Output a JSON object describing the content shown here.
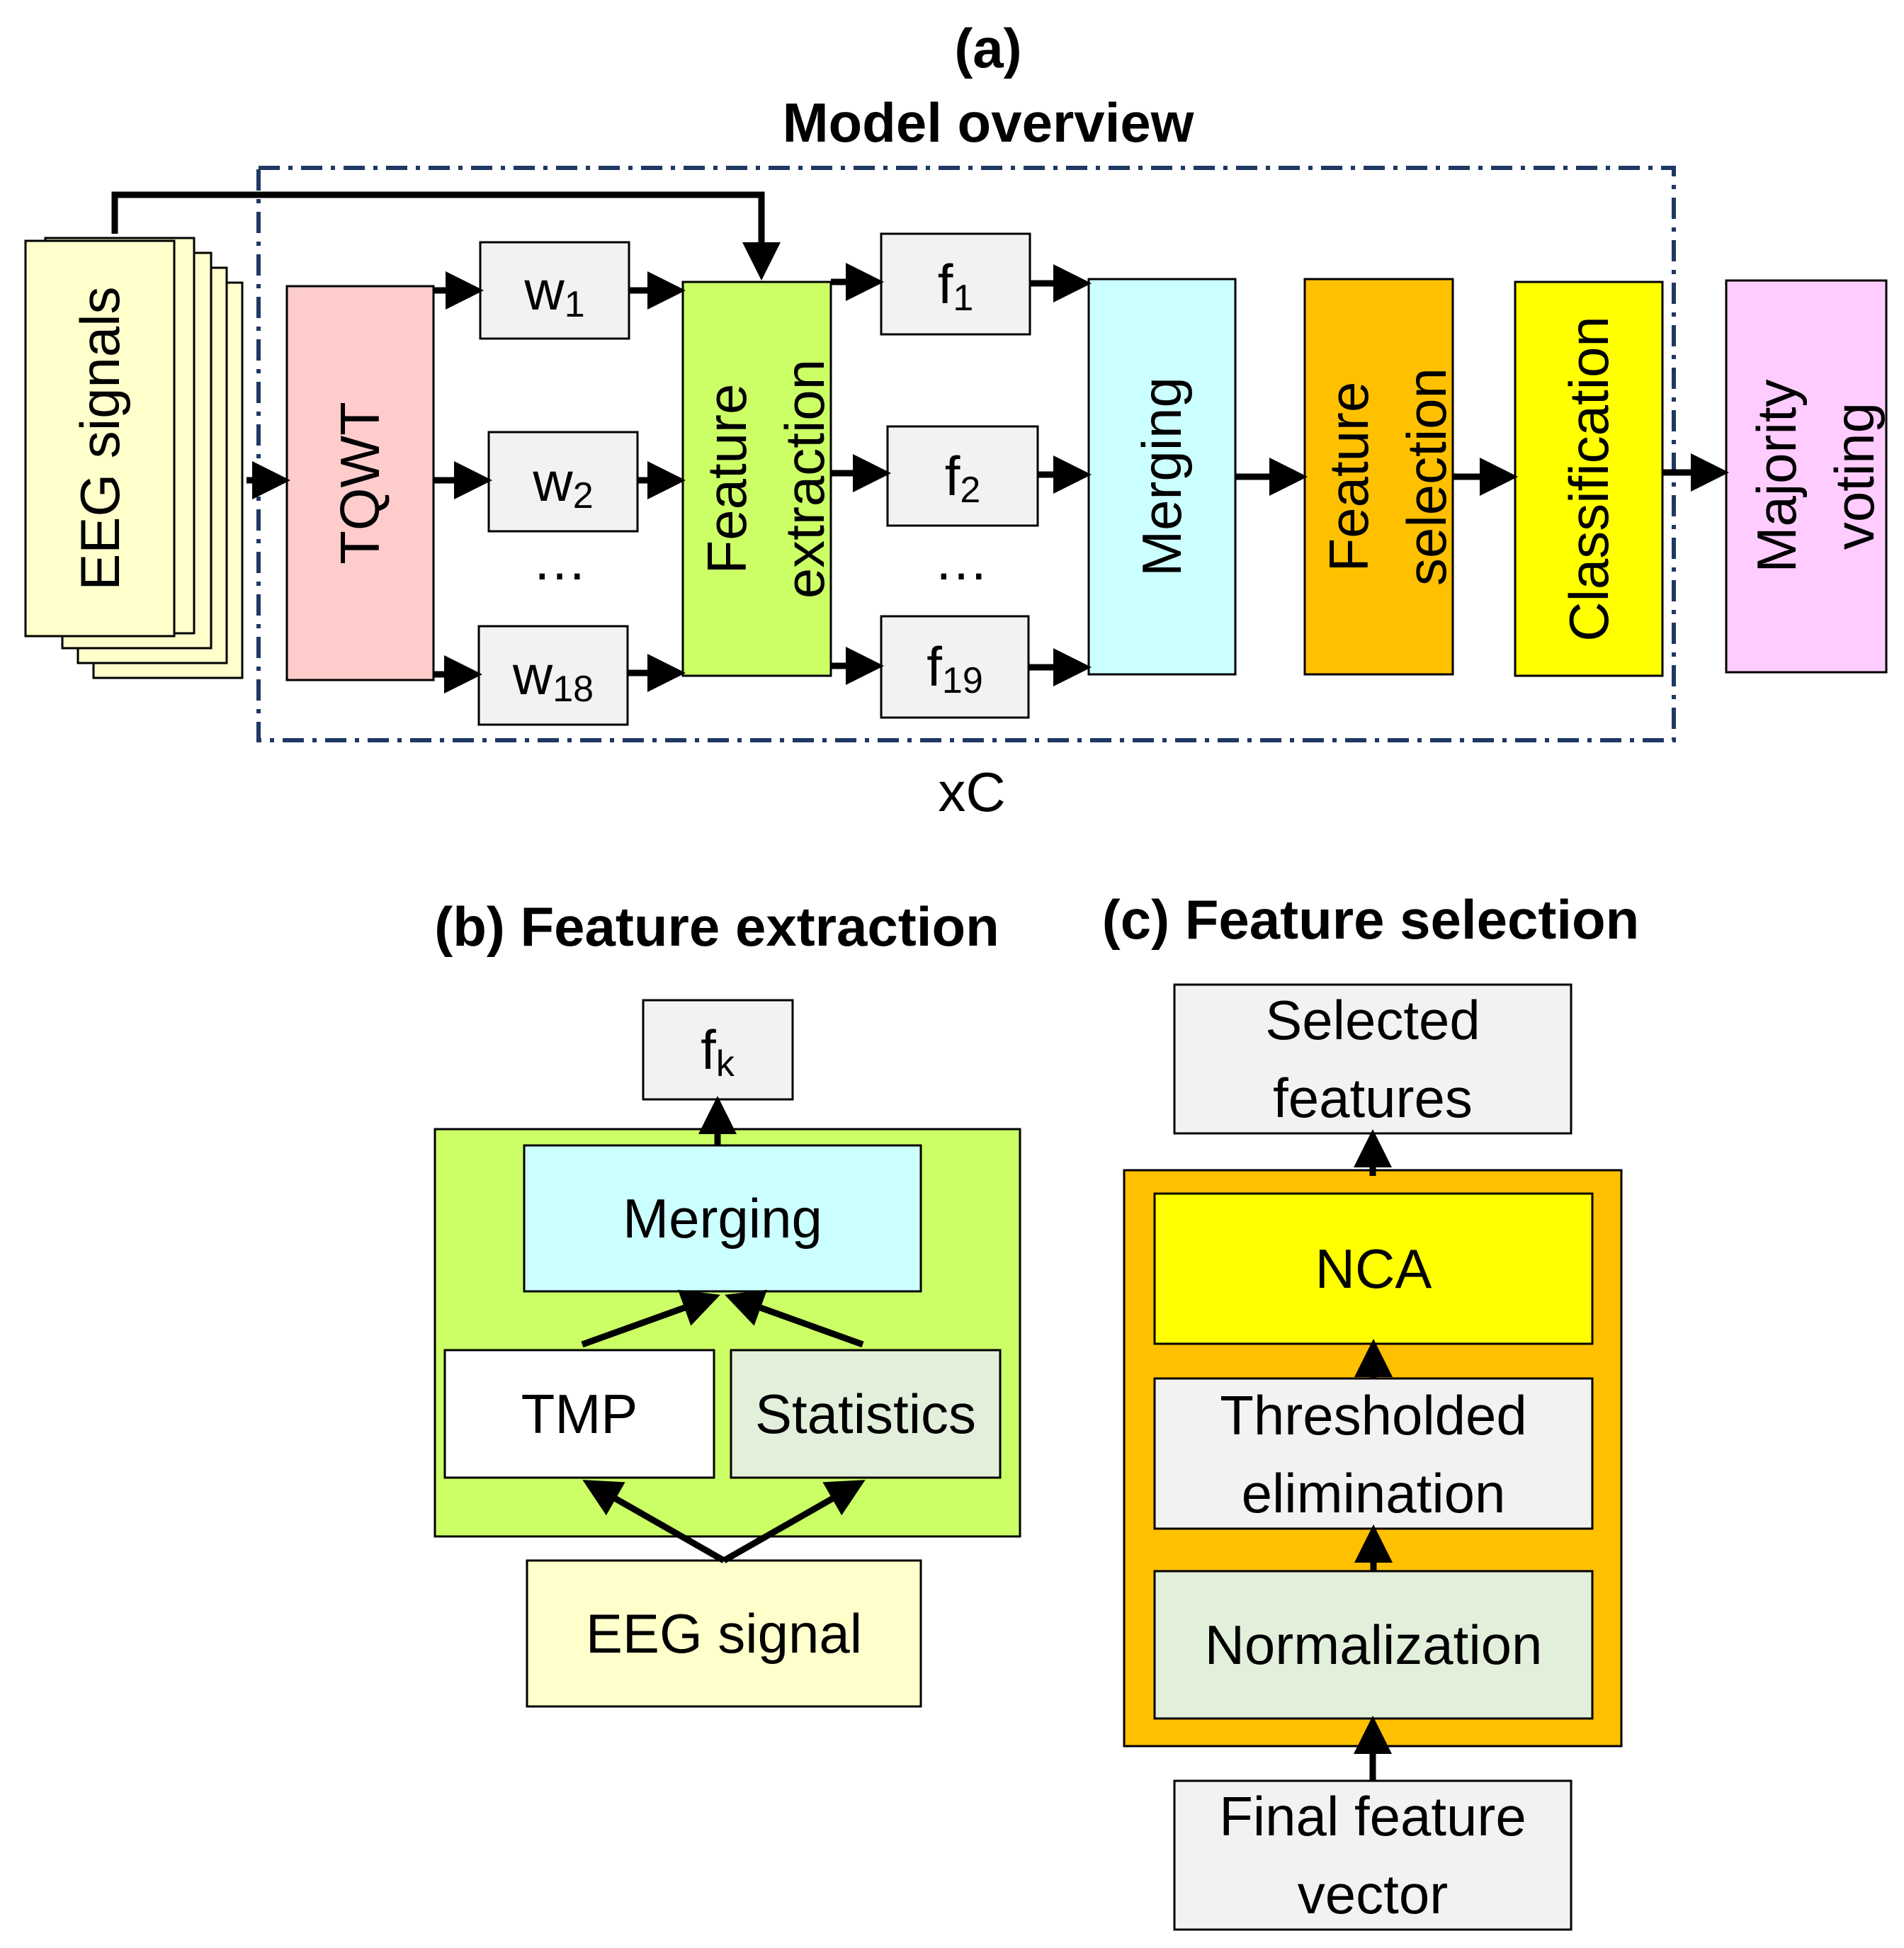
{
  "panel_a": {
    "label": "(a)",
    "title": "Model overview",
    "eeg_signals": "EEG signals",
    "tqwt": "TQWT",
    "w_symbol": "w",
    "w_sub_1": "1",
    "w_sub_2": "2",
    "w_sub_18": "18",
    "ellipsis_w": "…",
    "feature_extraction_line1": "Feature",
    "feature_extraction_line2": "extraction",
    "f_symbol": "f",
    "f_sub_1": "1",
    "f_sub_2": "2",
    "f_sub_19": "19",
    "ellipsis_f": "…",
    "merging": "Merging",
    "feature_selection_line1": "Feature",
    "feature_selection_line2": "selection",
    "classification": "Classification",
    "majority_line1": "Majority",
    "majority_line2": "voting",
    "repeat_label": "xC"
  },
  "panel_b": {
    "title": "(b) Feature extraction",
    "output_symbol": "f",
    "output_sub": "k",
    "merging": "Merging",
    "tmp": "TMP",
    "statistics": "Statistics",
    "eeg_signal": "EEG signal"
  },
  "panel_c": {
    "title": "(c) Feature selection",
    "selected_line1": "Selected",
    "selected_line2": "features",
    "nca": "NCA",
    "thresholded_line1": "Thresholded",
    "thresholded_line2": "elimination",
    "normalization": "Normalization",
    "final_line1": "Final feature",
    "final_line2": "vector"
  },
  "colors": {
    "eeg": "#FFFFCC",
    "tqwt": "#FFCCCC",
    "gray_box": "#F2F2F2",
    "feature_extraction": "#CCFF66",
    "merging": "#CCFFFF",
    "feature_selection": "#FFC000",
    "classification": "#FFFF00",
    "majority_voting": "#FFCCFF",
    "statistics": "#E2EFDA",
    "dashed_border": "#1F3864"
  }
}
